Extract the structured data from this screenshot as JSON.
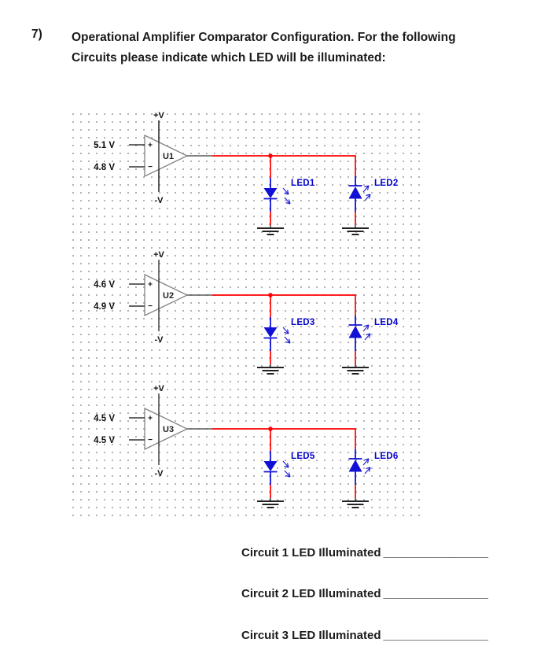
{
  "question": {
    "number": "7)",
    "heading_line1": "Operational Amplifier Comparator Configuration. For the following",
    "heading_line2": "Circuits please indicate which LED will be illuminated:"
  },
  "circuits": [
    {
      "opamp": "U1",
      "vplus": "+V",
      "vminus": "-V",
      "plus": "+",
      "minus": "−",
      "in_plus": "5.1 V",
      "in_minus": "4.8 V",
      "led_down": "LED1",
      "led_up": "LED2"
    },
    {
      "opamp": "U2",
      "vplus": "+V",
      "vminus": "-V",
      "plus": "+",
      "minus": "−",
      "in_plus": "4.6 V",
      "in_minus": "4.9 V",
      "led_down": "LED3",
      "led_up": "LED4"
    },
    {
      "opamp": "U3",
      "vplus": "+V",
      "vminus": "-V",
      "plus": "+",
      "minus": "−",
      "in_plus": "4.5 V",
      "in_minus": "4.5 V",
      "led_down": "LED5",
      "led_up": "LED6"
    }
  ],
  "answers": [
    {
      "label": "Circuit 1 LED Illuminated",
      "blank": "________________",
      "value": ""
    },
    {
      "label": "Circuit 2 LED Illuminated",
      "blank": "________________",
      "value": ""
    },
    {
      "label": "Circuit 3 LED Illuminated",
      "blank": "________________",
      "value": ""
    }
  ],
  "colors": {
    "wire_red": "#ff0000",
    "led_blue": "#1111d6",
    "led_label_blue": "#0000cc",
    "opamp_outline": "#828282",
    "text_black": "#1a1a1a",
    "grid_dot": "#a8a8a8",
    "background": "#ffffff"
  }
}
